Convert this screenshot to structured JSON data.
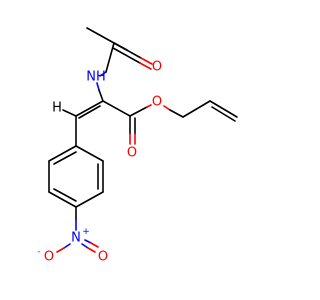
{
  "molecule": {
    "atoms": {
      "amide_nh": "NH",
      "amide_o": "O",
      "ester_o_carbonyl": "O",
      "ester_o_ether": "O",
      "nitro_n": "N",
      "nitro_n_charge": "+",
      "nitro_o_left": "O",
      "nitro_o_left_charge": "-",
      "nitro_o_right": "O",
      "vinyl_h": "H"
    },
    "colors": {
      "carbon_bond": "#000000",
      "oxygen": "#ff0000",
      "nitrogen": "#0000ff"
    }
  }
}
